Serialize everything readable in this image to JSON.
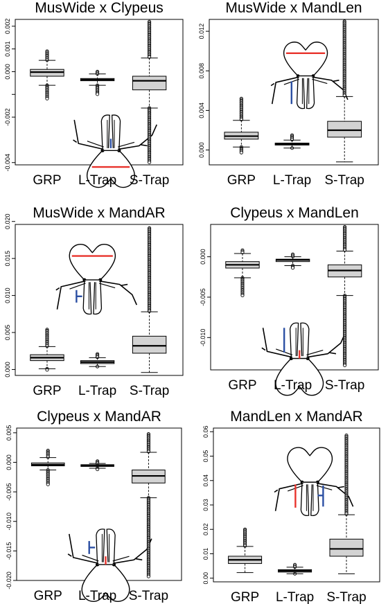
{
  "chart_data": [
    {
      "type": "box",
      "title": "MusWide x Clypeus",
      "categories": [
        "GRP",
        "L-Trap",
        "S-Trap"
      ],
      "yticks": [
        -0.004,
        -0.002,
        -0.001,
        0.0,
        0.001,
        0.002
      ],
      "yticklabels": [
        "-0.004",
        "-0.002",
        "",
        "0.000",
        "0.001",
        "0.002"
      ],
      "ylim": [
        -0.0041,
        0.0023
      ],
      "boxes": [
        {
          "whisker_low": -0.0006,
          "q1": -0.0002,
          "median": -2e-05,
          "q3": 0.0001,
          "whisker_high": 0.0005,
          "outlier_low": -0.0012,
          "outlier_high": 0.0009
        },
        {
          "whisker_low": -0.0006,
          "q1": -0.0004,
          "median": -0.00035,
          "q3": -0.0003,
          "whisker_high": -0.0001,
          "outlier_low": -0.001,
          "outlier_high": 0.0
        },
        {
          "whisker_low": -0.0016,
          "q1": -0.0008,
          "median": -0.0004,
          "q3": -0.0002,
          "whisker_high": 0.0006,
          "outlier_low": -0.004,
          "outlier_high": 0.0022
        }
      ],
      "illustration": {
        "orientation": "down",
        "red": "mid-width",
        "blue": "vertical"
      }
    },
    {
      "type": "box",
      "title": "MusWide x MandLen",
      "categories": [
        "GRP",
        "L-Trap",
        "S-Trap"
      ],
      "yticks": [
        0.0,
        0.004,
        0.008,
        0.012
      ],
      "yticklabels": [
        "0.000",
        "0.004",
        "0.008",
        "0.012"
      ],
      "ylim": [
        -0.0015,
        0.0132
      ],
      "boxes": [
        {
          "whisker_low": 0.0003,
          "q1": 0.0011,
          "median": 0.0014,
          "q3": 0.0018,
          "whisker_high": 0.003,
          "outlier_low": -0.0003,
          "outlier_high": 0.0052
        },
        {
          "whisker_low": 0.0002,
          "q1": 0.0005,
          "median": 0.0006,
          "q3": 0.0007,
          "whisker_high": 0.001,
          "outlier_low": 0.0001,
          "outlier_high": 0.0015
        },
        {
          "whisker_low": -0.0012,
          "q1": 0.0013,
          "median": 0.002,
          "q3": 0.0029,
          "whisker_high": 0.0054,
          "outlier_low": -0.0012,
          "outlier_high": 0.013
        }
      ],
      "illustration": {
        "orientation": "up",
        "red": "top-width",
        "blue": "vertical-left"
      }
    },
    {
      "type": "box",
      "title": "MusWide x MandAR",
      "categories": [
        "GRP",
        "L-Trap",
        "S-Trap"
      ],
      "yticks": [
        0.0,
        0.005,
        0.01,
        0.015,
        0.02
      ],
      "yticklabels": [
        "0.000",
        "0.005",
        "0.010",
        "0.015",
        "0.020"
      ],
      "ylim": [
        -0.0008,
        0.0196
      ],
      "boxes": [
        {
          "whisker_low": 0.0001,
          "q1": 0.0012,
          "median": 0.0016,
          "q3": 0.002,
          "whisker_high": 0.0031,
          "outlier_low": -0.0001,
          "outlier_high": 0.0054
        },
        {
          "whisker_low": 0.0004,
          "q1": 0.0008,
          "median": 0.001,
          "q3": 0.0012,
          "whisker_high": 0.0016,
          "outlier_low": 0.0003,
          "outlier_high": 0.0021
        },
        {
          "whisker_low": -0.0004,
          "q1": 0.0022,
          "median": 0.0032,
          "q3": 0.0045,
          "whisker_high": 0.0078,
          "outlier_low": -0.0004,
          "outlier_high": 0.0191
        }
      ],
      "illustration": {
        "orientation": "up",
        "red": "top-width",
        "blue": "bracket-left"
      }
    },
    {
      "type": "box",
      "title": "Clypeus x MandLen",
      "categories": [
        "GRP",
        "L-Trap",
        "S-Trap"
      ],
      "yticks": [
        -0.01,
        -0.005,
        0.0
      ],
      "yticklabels": [
        "-0.010",
        "-0.005",
        "0.000"
      ],
      "ylim": [
        -0.014,
        0.004
      ],
      "boxes": [
        {
          "whisker_low": -0.0026,
          "q1": -0.0014,
          "median": -0.001,
          "q3": -0.0006,
          "whisker_high": 0.0004,
          "outlier_low": -0.0049,
          "outlier_high": 0.0008
        },
        {
          "whisker_low": -0.0011,
          "q1": -0.0006,
          "median": -0.0004,
          "q3": -0.0003,
          "whisker_high": 0.0,
          "outlier_low": -0.0015,
          "outlier_high": 0.0003
        },
        {
          "whisker_low": -0.0048,
          "q1": -0.0025,
          "median": -0.0017,
          "q3": -0.001,
          "whisker_high": 0.0007,
          "outlier_low": -0.0135,
          "outlier_high": 0.0037
        }
      ],
      "illustration": {
        "orientation": "down",
        "red": "mid-vertical",
        "blue": "vertical-left"
      }
    },
    {
      "type": "box",
      "title": "Clypeus x MandAR",
      "categories": [
        "GRP",
        "L-Trap",
        "S-Trap"
      ],
      "yticks": [
        -0.02,
        -0.015,
        -0.01,
        -0.005,
        0.0,
        0.005
      ],
      "yticklabels": [
        "-0.020",
        "-0.015",
        "-0.010",
        "-0.005",
        "0.000",
        "0.005"
      ],
      "ylim": [
        -0.02,
        0.0058
      ],
      "boxes": [
        {
          "whisker_low": -0.0013,
          "q1": -0.0006,
          "median": -0.0004,
          "q3": -0.0001,
          "whisker_high": 0.0008,
          "outlier_low": -0.0038,
          "outlier_high": 0.002
        },
        {
          "whisker_low": -0.001,
          "q1": -0.0007,
          "median": -0.0005,
          "q3": -0.0004,
          "whisker_high": -0.0002,
          "outlier_low": -0.0012,
          "outlier_high": 0.0002
        },
        {
          "whisker_low": -0.006,
          "q1": -0.0035,
          "median": -0.0023,
          "q3": -0.0013,
          "whisker_high": 0.0017,
          "outlier_low": -0.0195,
          "outlier_high": 0.0048
        }
      ],
      "illustration": {
        "orientation": "down",
        "red": "mid-vertical",
        "blue": "bracket-left"
      }
    },
    {
      "type": "box",
      "title": "MandLen x MandAR",
      "categories": [
        "GRP",
        "L-Trap",
        "S-Trap"
      ],
      "yticks": [
        0.0,
        0.01,
        0.02,
        0.03,
        0.04,
        0.05,
        0.06
      ],
      "yticklabels": [
        "0.00",
        "0.01",
        "0.02",
        "0.03",
        "0.04",
        "0.05",
        "0.06"
      ],
      "ylim": [
        -0.0015,
        0.0615
      ],
      "boxes": [
        {
          "whisker_low": 0.0023,
          "q1": 0.006,
          "median": 0.0075,
          "q3": 0.009,
          "whisker_high": 0.013,
          "outlier_low": 0.0023,
          "outlier_high": 0.02
        },
        {
          "whisker_low": 0.0018,
          "q1": 0.0025,
          "median": 0.003,
          "q3": 0.0035,
          "whisker_high": 0.0045,
          "outlier_low": 0.0015,
          "outlier_high": 0.0055
        },
        {
          "whisker_low": 0.0018,
          "q1": 0.009,
          "median": 0.012,
          "q3": 0.016,
          "whisker_high": 0.026,
          "outlier_low": 0.0018,
          "outlier_high": 0.0585
        }
      ],
      "illustration": {
        "orientation": "up",
        "red": "vertical-left",
        "blue": "bracket-right"
      }
    }
  ],
  "colors": {
    "box_fill": "#d3d3d3",
    "line": "#000000",
    "red_marker": "#e8322b",
    "blue_marker": "#2b4fa3"
  }
}
